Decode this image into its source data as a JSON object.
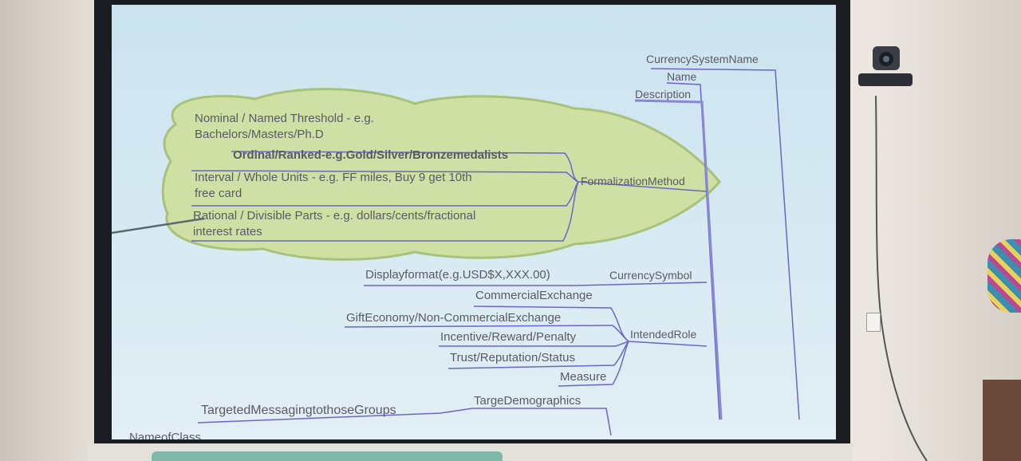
{
  "mindmap": {
    "top": {
      "currency_system_name": "CurrencySystemName",
      "name": "Name",
      "description": "Description"
    },
    "formalization": {
      "node": "FormalizationMethod",
      "nominal": [
        "Nominal / Named Threshold - e.g.",
        "Bachelors/Masters/Ph.D"
      ],
      "ordinal": "Ordinal/Ranked-e.g.Gold/Silver/Bronzemedalists",
      "interval": [
        "Interval / Whole Units - e.g. FF miles, Buy 9 get 10th",
        "free card"
      ],
      "rational": [
        "Rational / Divisible Parts - e.g. dollars/cents/fractional",
        "interest rates"
      ]
    },
    "currency_symbol": {
      "node": "CurrencySymbol",
      "display_format": "Displayformat(e.g.USD$X,XXX.00)"
    },
    "intended_role": {
      "node": "IntendedRole",
      "items": [
        "CommercialExchange",
        "GiftEconomy/Non-CommercialExchange",
        "Incentive/Reward/Penalty",
        "Trust/Reputation/Status",
        "Measure"
      ]
    },
    "target_demographics": {
      "node": "TargeDemographics",
      "child": "TargetedMessagingtothoseGroups"
    },
    "name_of_class": "NameofClass"
  },
  "colors": {
    "cloud_fill": "#cfe0a4",
    "cloud_stroke": "#a7c27a",
    "branch_line": "#6a66c8",
    "text": "#5a5a66",
    "screen": "#d9ebf3"
  }
}
